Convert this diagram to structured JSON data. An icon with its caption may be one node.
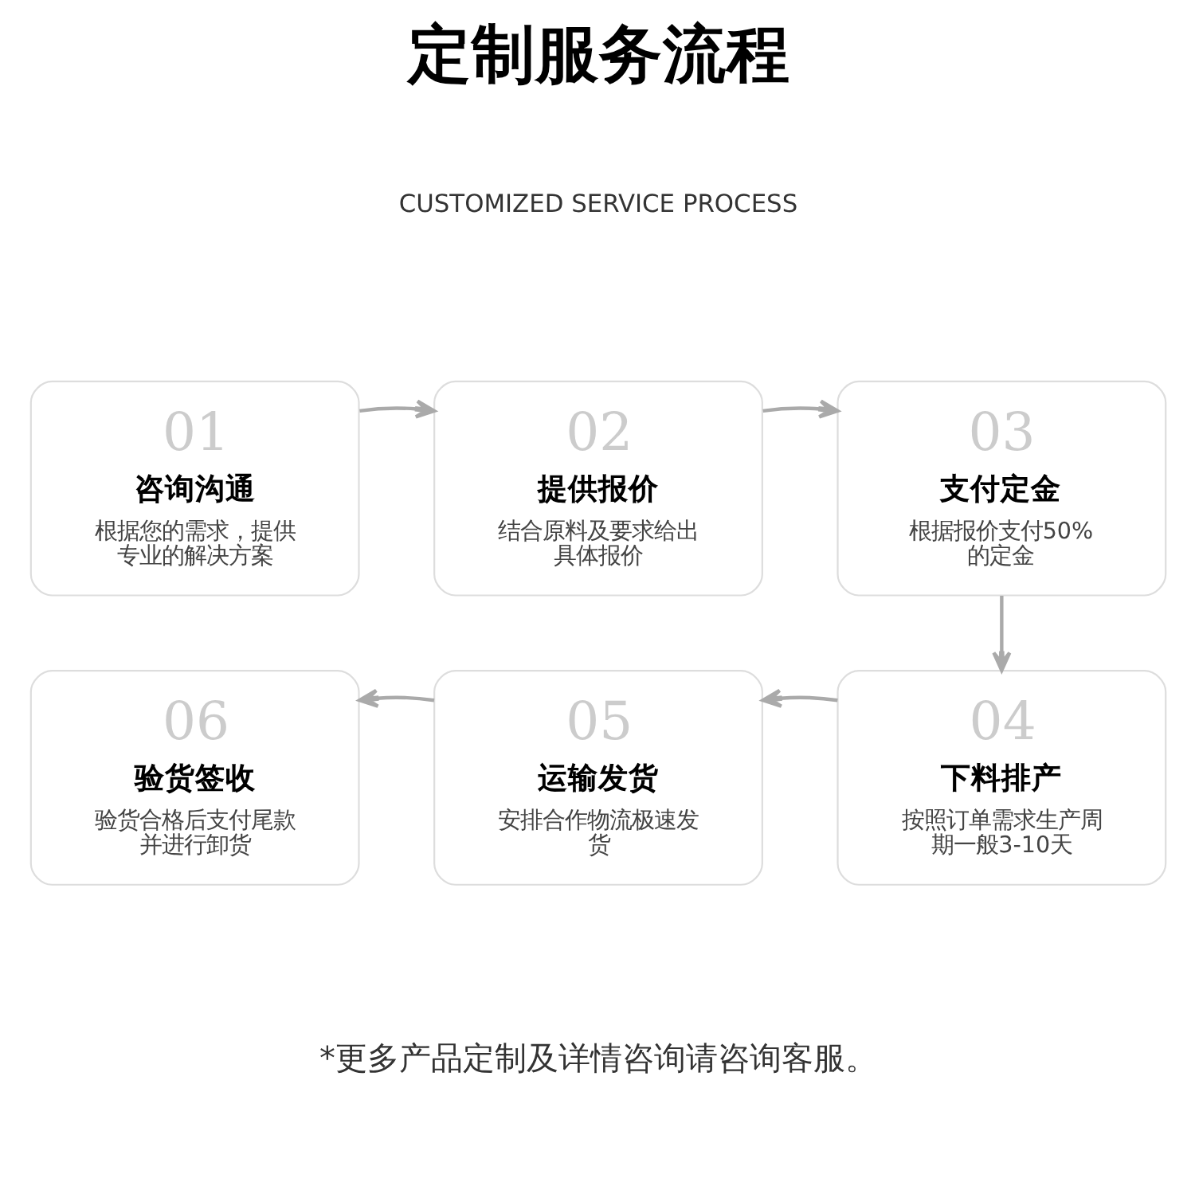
{
  "diagram": {
    "title": "定制服务流程",
    "nodes": [
      {
        "text": [
          "01",
          "咨询沟通",
          "根据您的需求，提供专业的解决方案"
        ]
      },
      {
        "text": [
          "02",
          "提供报价",
          "结合原料及要求给出具体报价"
        ]
      },
      {
        "text": [
          "03",
          "支付定金",
          "根据报价支付50%的定金"
        ]
      },
      {
        "text": [
          "04",
          "下料排产",
          "按照订单需求生产周期一般3-10天"
        ]
      },
      {
        "text": [
          "05",
          "运输发货",
          "安排合作物流极速发货"
        ]
      },
      {
        "text": [
          "06",
          "验货签收",
          "验货合格后支付尾款并进行卸货"
        ]
      }
    ],
    "edges": [
      {
        "from": 0,
        "to": 1,
        "arrow": "to"
      },
      {
        "from": 1,
        "to": 2,
        "arrow": "to"
      },
      {
        "from": 2,
        "to": 3,
        "arrow": "to"
      },
      {
        "from": 3,
        "to": 4,
        "arrow": "to"
      },
      {
        "from": 4,
        "to": 5,
        "arrow": "to"
      }
    ],
    "labels": [
      "CUSTOMIZED SERVICE PROCESS",
      "*更多产品定制及详情咨询请咨询客服。"
    ]
  }
}
